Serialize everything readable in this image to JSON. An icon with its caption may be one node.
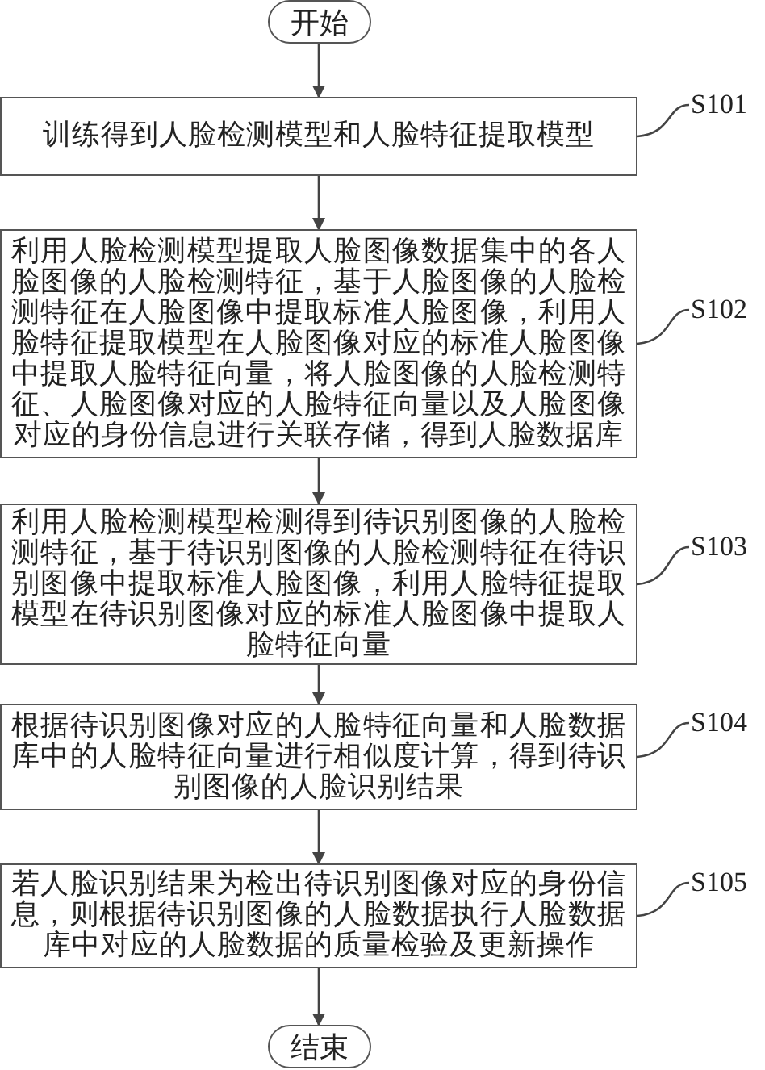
{
  "diagram": {
    "nodes": [
      {
        "text": [
          "开始"
        ]
      },
      {
        "text": [
          "训练得到人脸检测模型和人脸特征提取模型"
        ]
      },
      {
        "text": [
          "利用人脸检测模型提取人脸图像数据集中的各人脸图像的人脸检测特征，基于人脸图像的人脸检测特征在人脸图像中提取标准人脸图像，利用人脸特征提取模型在人脸图像对应的标准人脸图像中提取人脸特征向量，将人脸图像的人脸检测特征、人脸图像对应的人脸特征向量以及人脸图像对应的身份信息进行关联存储，得到人脸数据库"
        ]
      },
      {
        "text": [
          "利用人脸检测模型检测得到待识别图像的人脸检测特征，基于待识别图像的人脸检测特征在待识别图像中提取标准人脸图像，利用人脸特征提取模型在待识别图像对应的标准人脸图像中提取人脸特征向量"
        ]
      },
      {
        "text": [
          "根据待识别图像对应的人脸特征向量和人脸数据库中的人脸特征向量进行相似度计算，得到待识别图像的人脸识别结果"
        ]
      },
      {
        "text": [
          "若人脸识别结果为检出待识别图像对应的身份信息，则根据待识别图像的人脸数据执行人脸数据库中对应的人脸数据的质量检验及更新操作"
        ]
      },
      {
        "text": [
          "结束"
        ]
      },
      {
        "text": [
          "S101"
        ]
      },
      {
        "text": [
          "S102"
        ]
      },
      {
        "text": [
          "S103"
        ]
      },
      {
        "text": [
          "S104"
        ]
      },
      {
        "text": [
          "S105"
        ]
      }
    ],
    "edges": [
      {
        "from": 0,
        "to": 1,
        "arrow": "to"
      },
      {
        "from": 1,
        "to": 2,
        "arrow": "to"
      },
      {
        "from": 2,
        "to": 3,
        "arrow": "to"
      },
      {
        "from": 3,
        "to": 4,
        "arrow": "to"
      },
      {
        "from": 4,
        "to": 5,
        "arrow": "to"
      },
      {
        "from": 5,
        "to": 6,
        "arrow": "to"
      },
      {
        "from": 7,
        "to": 1,
        "arrow": "none"
      },
      {
        "from": 8,
        "to": 2,
        "arrow": "none"
      },
      {
        "from": 9,
        "to": 3,
        "arrow": "none"
      },
      {
        "from": 10,
        "to": 4,
        "arrow": "none"
      },
      {
        "from": 11,
        "to": 5,
        "arrow": "none"
      }
    ]
  }
}
